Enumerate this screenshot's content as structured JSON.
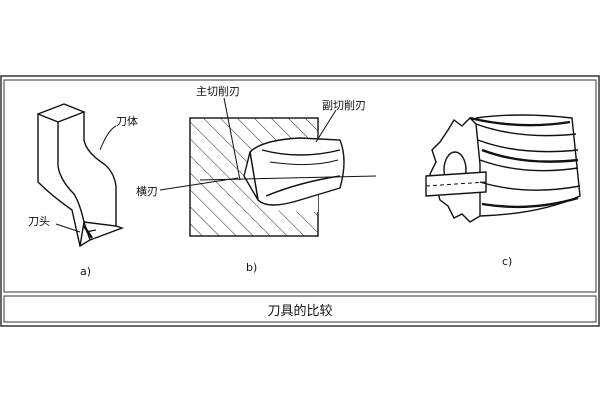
{
  "figure": {
    "caption": "刀具的比较",
    "panel_a": {
      "label": "a)",
      "callouts": {
        "body": "刀体",
        "head": "刀头"
      }
    },
    "panel_b": {
      "label": "b)",
      "callouts": {
        "main_edge": "主切削刃",
        "minor_edge": "副切削刃",
        "cross_edge": "横刃"
      }
    },
    "panel_c": {
      "label": "c)"
    }
  }
}
